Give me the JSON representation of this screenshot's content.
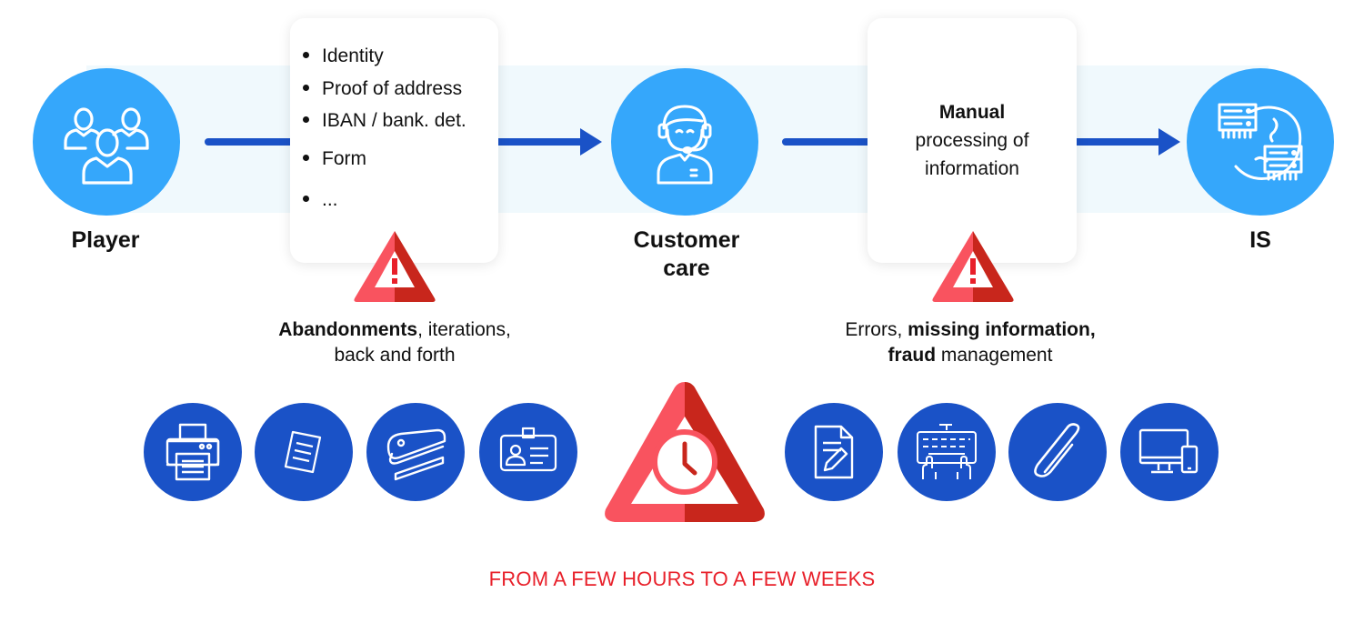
{
  "nodes": {
    "player": {
      "label": "Player",
      "icon": "users-group-icon"
    },
    "customer_care": {
      "label_line1": "Customer",
      "label_line2": "care",
      "icon": "headset-agent-icon"
    },
    "is": {
      "label": "IS",
      "icon": "servers-globe-icon"
    }
  },
  "documents_card": {
    "items": [
      "Identity",
      "Proof of address",
      "IBAN / bank. det.",
      "Form",
      "..."
    ]
  },
  "manual_card": {
    "line1": "Manual",
    "line2": "processing of",
    "line3": "information"
  },
  "caption_left": {
    "bold1": "Abandonments",
    "text1": ", iterations,",
    "line2": "back and forth"
  },
  "caption_right": {
    "text1": "Errors, ",
    "bold1": "missing information,",
    "bold2": "fraud",
    "text2": " management"
  },
  "tool_icons_left": [
    "printer-icon",
    "document-icon",
    "stapler-icon",
    "id-card-icon"
  ],
  "tool_icons_right": [
    "edit-document-icon",
    "keyboard-icon",
    "paperclip-icon",
    "devices-icon"
  ],
  "center_warning_icon": "clock-warning-icon",
  "footer": "FROM A FEW HOURS TO A FEW WEEKS",
  "colors": {
    "light_blue": "#35a7fb",
    "dark_blue": "#1a52c7",
    "warning_light": "#f9535f",
    "warning_dark": "#c8261c",
    "footer_red": "#e8202a"
  }
}
